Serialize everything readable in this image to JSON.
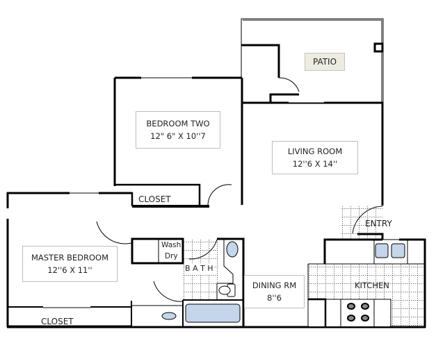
{
  "floor_plan": {
    "rooms": {
      "patio": {
        "label": "PATIO"
      },
      "bedroom_two": {
        "label": "BEDROOM TWO",
        "dimensions": "12\" 6\" X 10''7"
      },
      "living_room": {
        "label": "LIVING ROOM",
        "dimensions": "12''6 X 14''"
      },
      "master_bedroom": {
        "label": "MASTER BEDROOM",
        "dimensions": "12''6 X 11''"
      },
      "dining_room": {
        "label": "DINING RM",
        "dimensions": "8''6"
      },
      "kitchen": {
        "label": "KITCHEN"
      },
      "entry": {
        "label": "ENTRY"
      },
      "bath": {
        "label": "B A T H"
      },
      "closet_bedroom_two": {
        "label": "CLOSET"
      },
      "closet_master": {
        "label": "CLOSET"
      },
      "laundry": {
        "wash_label": "Wash",
        "dry_label": "Dry"
      }
    },
    "colors": {
      "wall": "#000000",
      "fixture_fill": "#c5d5ea",
      "patio_label_bg": "#eeece1",
      "label_border": "#bcbcbc"
    }
  }
}
